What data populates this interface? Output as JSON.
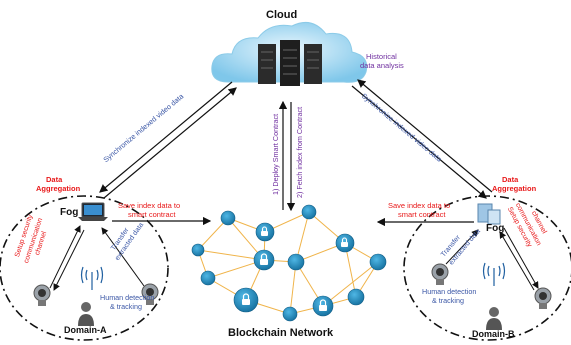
{
  "cloud": {
    "title": "Cloud",
    "note_line1": "Historical",
    "note_line2": "data analysis"
  },
  "arrows": {
    "sync_left": "Synchronize indexed video data",
    "sync_right": "Synchronize indexed video data",
    "deploy": "1) Deploy Smart Contract",
    "fetch": "2) Fetch index from Contract",
    "save_left_1": "Save index data to",
    "save_left_2": "smart contract",
    "save_right_1": "Save index data to",
    "save_right_2": "smart contract"
  },
  "domain_a": {
    "name": "Domain-A",
    "aggregation_1": "Data",
    "aggregation_2": "Aggregation",
    "fog": "Fog",
    "secure_channel": [
      "Setup security",
      "communication",
      "channel"
    ],
    "transfer": [
      "Transfer",
      "extracted data"
    ],
    "detection": [
      "Human detection",
      "& tracking"
    ]
  },
  "domain_b": {
    "name": "Domain-B",
    "aggregation_1": "Data",
    "aggregation_2": "Aggregation",
    "fog": "Fog",
    "secure_channel": [
      "Setup security",
      "communication",
      "channel"
    ],
    "transfer": [
      "Transfer",
      "extracted data"
    ],
    "detection": [
      "Human detection",
      "& tracking"
    ]
  },
  "blockchain": {
    "title": "Blockchain Network"
  },
  "colors": {
    "red": "#e8191a",
    "blue": "#3b57a6",
    "purple": "#7030a0",
    "node": "#1f8fc4",
    "link": "#f0b44a"
  },
  "icons": [
    "cloud-server-icon",
    "laptop-icon",
    "fog-server-icon",
    "camera-icon",
    "antenna-icon",
    "person-icon",
    "lock-icon"
  ]
}
